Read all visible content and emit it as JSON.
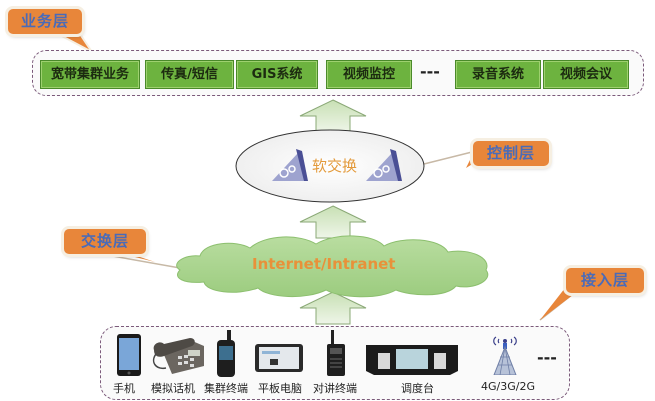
{
  "layers": {
    "service": {
      "label": "业务层"
    },
    "control": {
      "label": "控制层"
    },
    "switching": {
      "label": "交换层"
    },
    "access": {
      "label": "接入层"
    }
  },
  "service_items": [
    "宽带集群业务",
    "传真/短信",
    "GIS系统",
    "视频监控",
    "录音系统",
    "视频会议"
  ],
  "ellipsis": "---",
  "control_node": {
    "label": "软交换",
    "icon": "softswitch-gear-icon"
  },
  "network_cloud": {
    "label": "Internet/Intranet"
  },
  "devices": [
    {
      "label": "手机",
      "icon": "smartphone-icon"
    },
    {
      "label": "模拟话机",
      "icon": "desk-phone-icon"
    },
    {
      "label": "集群终端",
      "icon": "trunking-terminal-icon"
    },
    {
      "label": "平板电脑",
      "icon": "tablet-icon"
    },
    {
      "label": "对讲终端",
      "icon": "walkie-talkie-icon"
    },
    {
      "label": "调度台",
      "icon": "dispatch-console-icon"
    },
    {
      "label": "4G/3G/2G",
      "icon": "cell-tower-icon"
    }
  ],
  "colors": {
    "callout": "#e8863a",
    "callout_text": "#4a6bb8",
    "service_box": "#6db33f",
    "cloud": "#a8d58a",
    "arrow": "#d6e8c8",
    "label_orange": "#e39a3b"
  }
}
